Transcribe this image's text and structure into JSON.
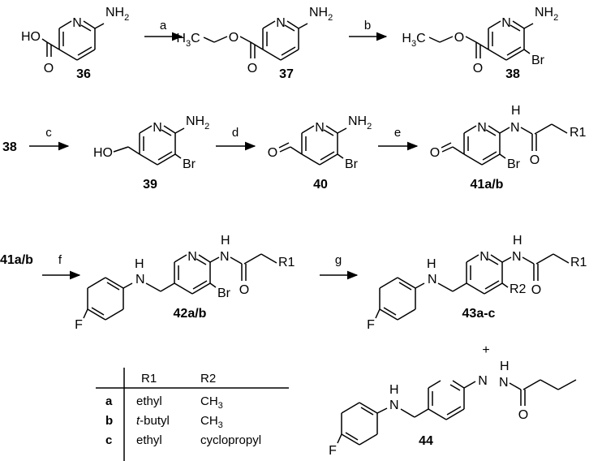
{
  "compounds": {
    "c36": "36",
    "c37": "37",
    "c38": "38",
    "c39": "39",
    "c40": "40",
    "c41": "41a/b",
    "c42": "42a/b",
    "c43": "43a-c",
    "c44": "44",
    "start_row2": "38",
    "start_row3": "41a/b"
  },
  "steps": [
    "a",
    "b",
    "c",
    "d",
    "e",
    "f",
    "g"
  ],
  "atoms": {
    "N": "N",
    "NH": "NH",
    "H": "H",
    "O": "O",
    "HO": "HO",
    "Br": "Br",
    "F": "F",
    "H3C_H": "H",
    "H3C_3": "3",
    "H3C_C": "C",
    "NH2_NH": "NH",
    "NH2_2": "2",
    "R1": "R1",
    "R2": "R2"
  },
  "plus": "+",
  "table": {
    "headers": [
      "",
      "R1",
      "R2"
    ],
    "rows": [
      {
        "key": "a",
        "r1": "ethyl",
        "r2_main": "CH",
        "r2_sub": "3"
      },
      {
        "key": "b",
        "r1_italic": "t",
        "r1_rest": "-butyl",
        "r2_main": "CH",
        "r2_sub": "3"
      },
      {
        "key": "c",
        "r1": "ethyl",
        "r2_main": "cyclopropyl",
        "r2_sub": ""
      }
    ]
  }
}
